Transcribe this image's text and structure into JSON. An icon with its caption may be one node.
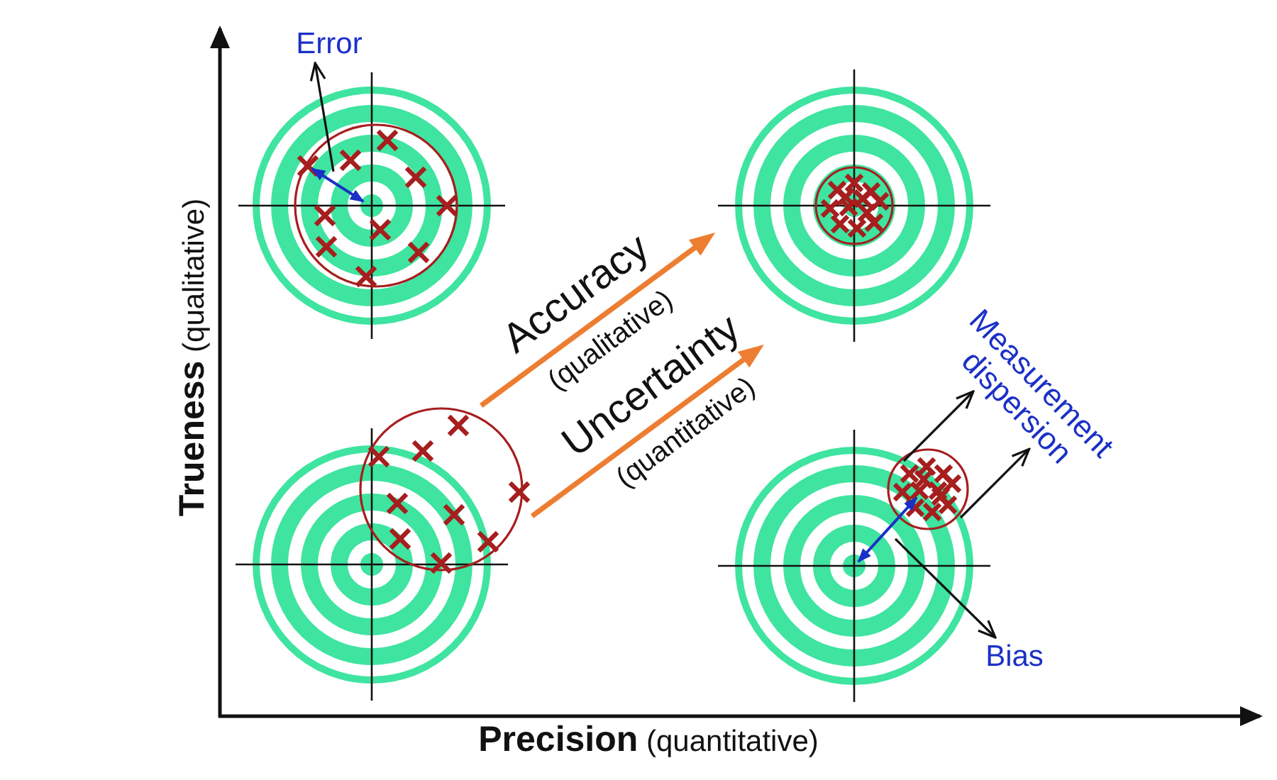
{
  "diagram": {
    "nodes": [
      {
        "text": [
          "Error"
        ]
      },
      {
        "text": [],
        "shape": "picture"
      },
      {
        "text": [],
        "shape": "picture"
      },
      {
        "text": [],
        "shape": "picture"
      },
      {
        "text": [
          "Measurement dispersion"
        ]
      },
      {
        "text": [],
        "shape": "picture"
      },
      {
        "text": [
          "Bias"
        ]
      }
    ],
    "edges": [
      {
        "from": 1,
        "to": 0,
        "arrow": "to"
      },
      {
        "from": 3,
        "to": 2,
        "arrow": "to",
        "label": "Accuracy (qualitative)",
        "style": "thick",
        "color": "#ed7d31"
      },
      {
        "from": 3,
        "to": 2,
        "arrow": "to",
        "label": "Uncertainty (quantitative)",
        "style": "thick",
        "color": "#ed7d31"
      },
      {
        "from": 5,
        "to": 4,
        "arrow": "to"
      },
      {
        "from": 5,
        "to": 4,
        "arrow": "to"
      },
      {
        "from": 5,
        "to": 6,
        "arrow": "to"
      }
    ],
    "labels": [
      "**Trueness** (qualitative)",
      "**Precision** (quantitative)"
    ]
  }
}
